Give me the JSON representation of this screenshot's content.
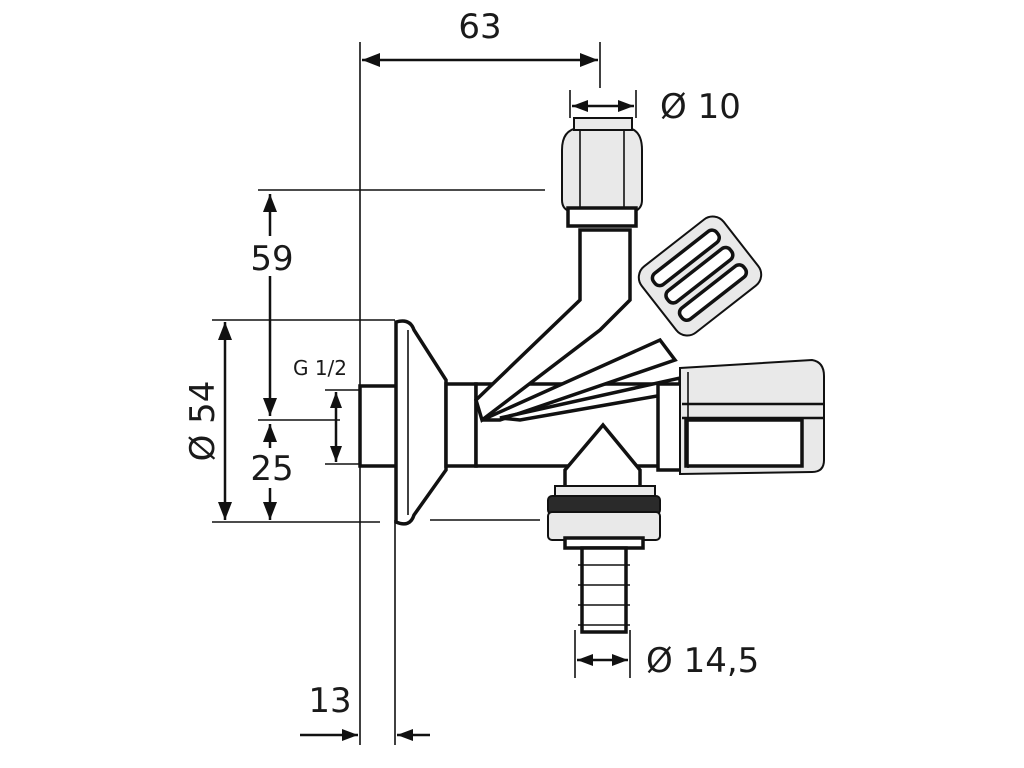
{
  "dimensions": {
    "width_63": "63",
    "inlet_diameter": "Ø 10",
    "height_59": "59",
    "thread": "G 1/2",
    "flange_diameter": "Ø 54",
    "height_25": "25",
    "hose_diameter": "Ø 14,5",
    "flange_offset": "13"
  }
}
